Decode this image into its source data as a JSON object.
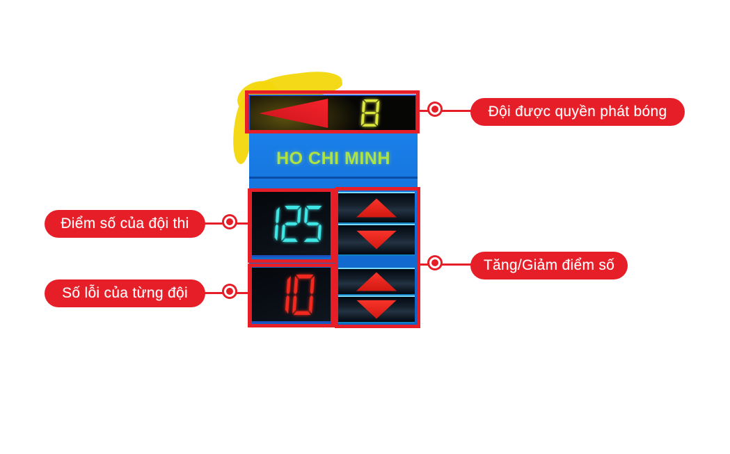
{
  "scoreboard": {
    "serve": {
      "team_letter": "B",
      "arrow_direction": "left"
    },
    "team_name": "HO CHI MINH",
    "score_value": "125",
    "fault_value": "10"
  },
  "annotations": {
    "serve_label": "Đội được quyền phát bóng",
    "score_label": "Điểm số của đội thi",
    "fault_label": "Số lỗi của từng đội",
    "adjust_label": "Tăng/Giảm điểm số"
  },
  "icons": {
    "serve_arrow": "left-triangle",
    "increase": "up-triangle",
    "decrease": "down-triangle",
    "connector_dot": "donut-circle"
  },
  "colors": {
    "annotation_red": "#e61e28",
    "board_blue": "#1470d8",
    "divider_blue": "#0a4da6",
    "team_name_green": "#aee342",
    "score_cyan": "#3fe6e6",
    "fault_red": "#f3281e",
    "serve_yellow": "#dde83c",
    "highlight_yellow": "#f3d70c",
    "button_glow_blue": "#79d9f8"
  }
}
